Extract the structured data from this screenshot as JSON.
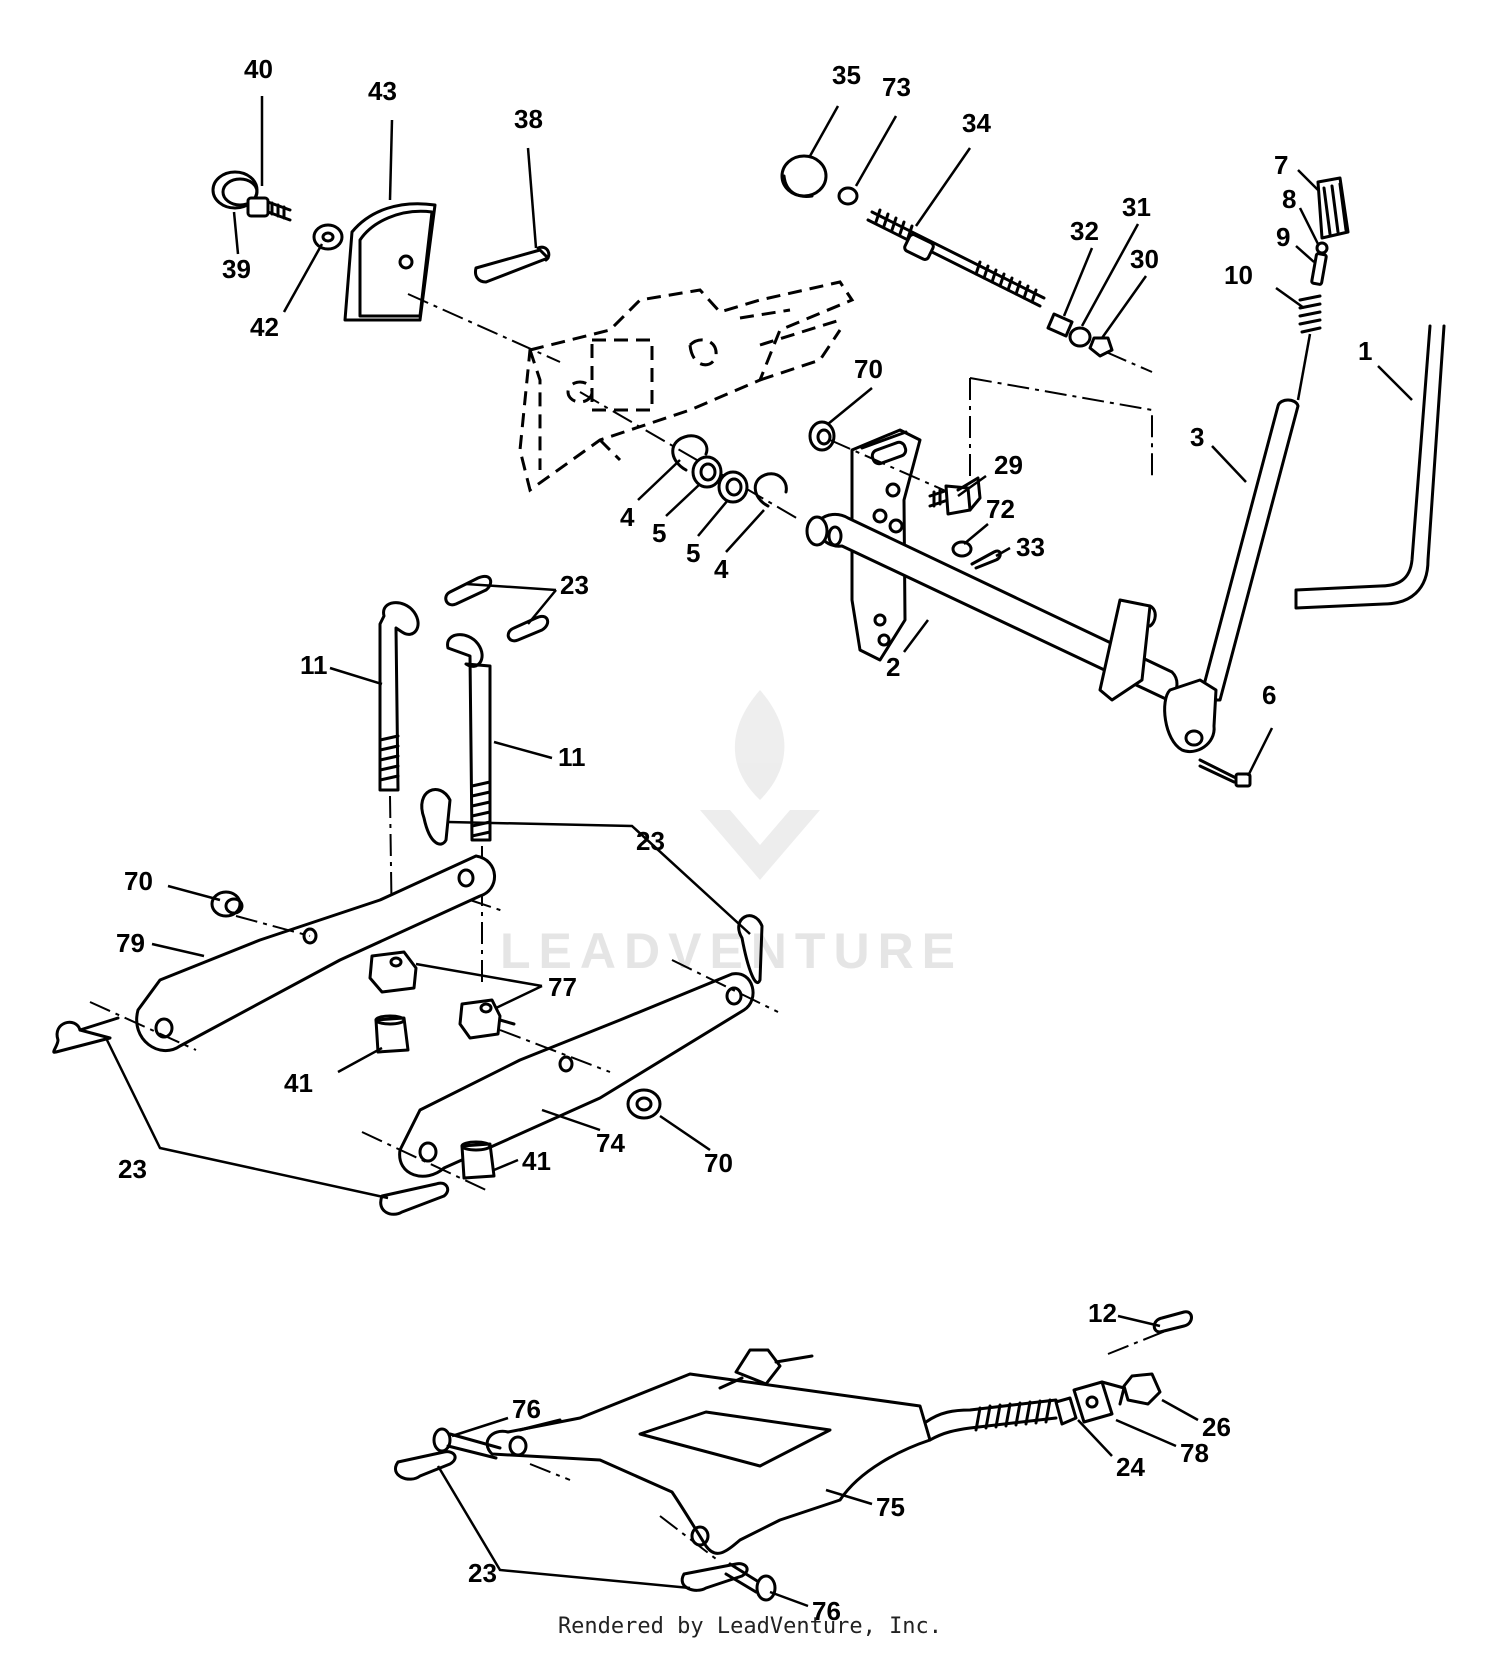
{
  "watermark": {
    "text": "LEADVENTURE"
  },
  "footer": {
    "text": "Rendered by LeadVenture, Inc."
  },
  "callouts": [
    {
      "id": "c-40",
      "label": "40"
    },
    {
      "id": "c-43",
      "label": "43"
    },
    {
      "id": "c-38",
      "label": "38"
    },
    {
      "id": "c-39",
      "label": "39"
    },
    {
      "id": "c-42",
      "label": "42"
    },
    {
      "id": "c-35",
      "label": "35"
    },
    {
      "id": "c-73",
      "label": "73"
    },
    {
      "id": "c-34",
      "label": "34"
    },
    {
      "id": "c-7",
      "label": "7"
    },
    {
      "id": "c-8",
      "label": "8"
    },
    {
      "id": "c-9",
      "label": "9"
    },
    {
      "id": "c-10",
      "label": "10"
    },
    {
      "id": "c-32",
      "label": "32"
    },
    {
      "id": "c-31",
      "label": "31"
    },
    {
      "id": "c-30",
      "label": "30"
    },
    {
      "id": "c-1",
      "label": "1"
    },
    {
      "id": "c-3",
      "label": "3"
    },
    {
      "id": "c-70a",
      "label": "70"
    },
    {
      "id": "c-29",
      "label": "29"
    },
    {
      "id": "c-72",
      "label": "72"
    },
    {
      "id": "c-33",
      "label": "33"
    },
    {
      "id": "c-4a",
      "label": "4"
    },
    {
      "id": "c-5a",
      "label": "5"
    },
    {
      "id": "c-5b",
      "label": "5"
    },
    {
      "id": "c-4b",
      "label": "4"
    },
    {
      "id": "c-23a",
      "label": "23"
    },
    {
      "id": "c-11a",
      "label": "11"
    },
    {
      "id": "c-11b",
      "label": "11"
    },
    {
      "id": "c-2",
      "label": "2"
    },
    {
      "id": "c-6",
      "label": "6"
    },
    {
      "id": "c-23b",
      "label": "23"
    },
    {
      "id": "c-70b",
      "label": "70"
    },
    {
      "id": "c-79",
      "label": "79"
    },
    {
      "id": "c-77",
      "label": "77"
    },
    {
      "id": "c-41a",
      "label": "41"
    },
    {
      "id": "c-74",
      "label": "74"
    },
    {
      "id": "c-70c",
      "label": "70"
    },
    {
      "id": "c-41b",
      "label": "41"
    },
    {
      "id": "c-23c",
      "label": "23"
    },
    {
      "id": "c-12",
      "label": "12"
    },
    {
      "id": "c-26",
      "label": "26"
    },
    {
      "id": "c-78",
      "label": "78"
    },
    {
      "id": "c-24",
      "label": "24"
    },
    {
      "id": "c-76a",
      "label": "76"
    },
    {
      "id": "c-75",
      "label": "75"
    },
    {
      "id": "c-23d",
      "label": "23"
    },
    {
      "id": "c-76b",
      "label": "76"
    }
  ]
}
